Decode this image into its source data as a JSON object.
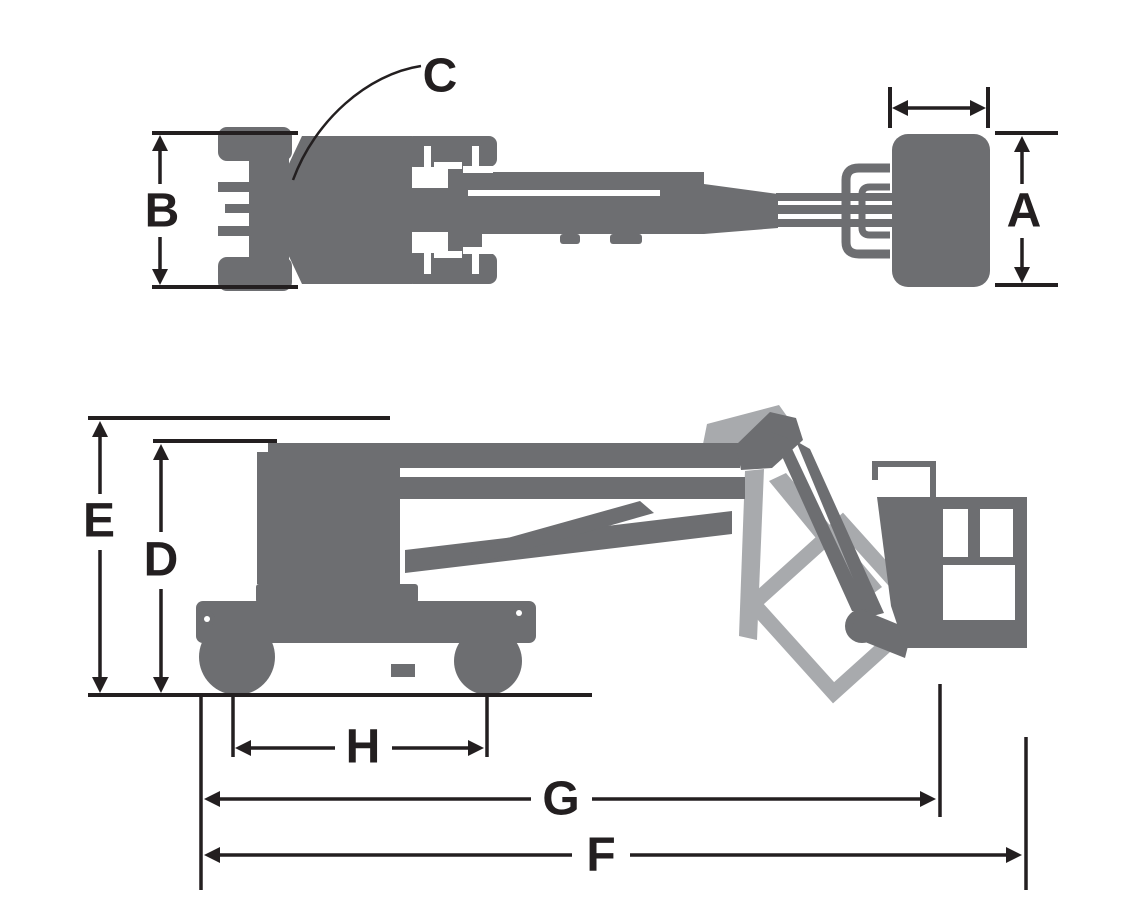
{
  "dimensions": {
    "a": "A",
    "b": "B",
    "c": "C",
    "d": "D",
    "e": "E",
    "f": "F",
    "g": "G",
    "h": "H"
  },
  "colors": {
    "background": "#ffffff",
    "machine": "#6d6e71",
    "ghost": "#a8aaad",
    "line": "#231f20"
  }
}
